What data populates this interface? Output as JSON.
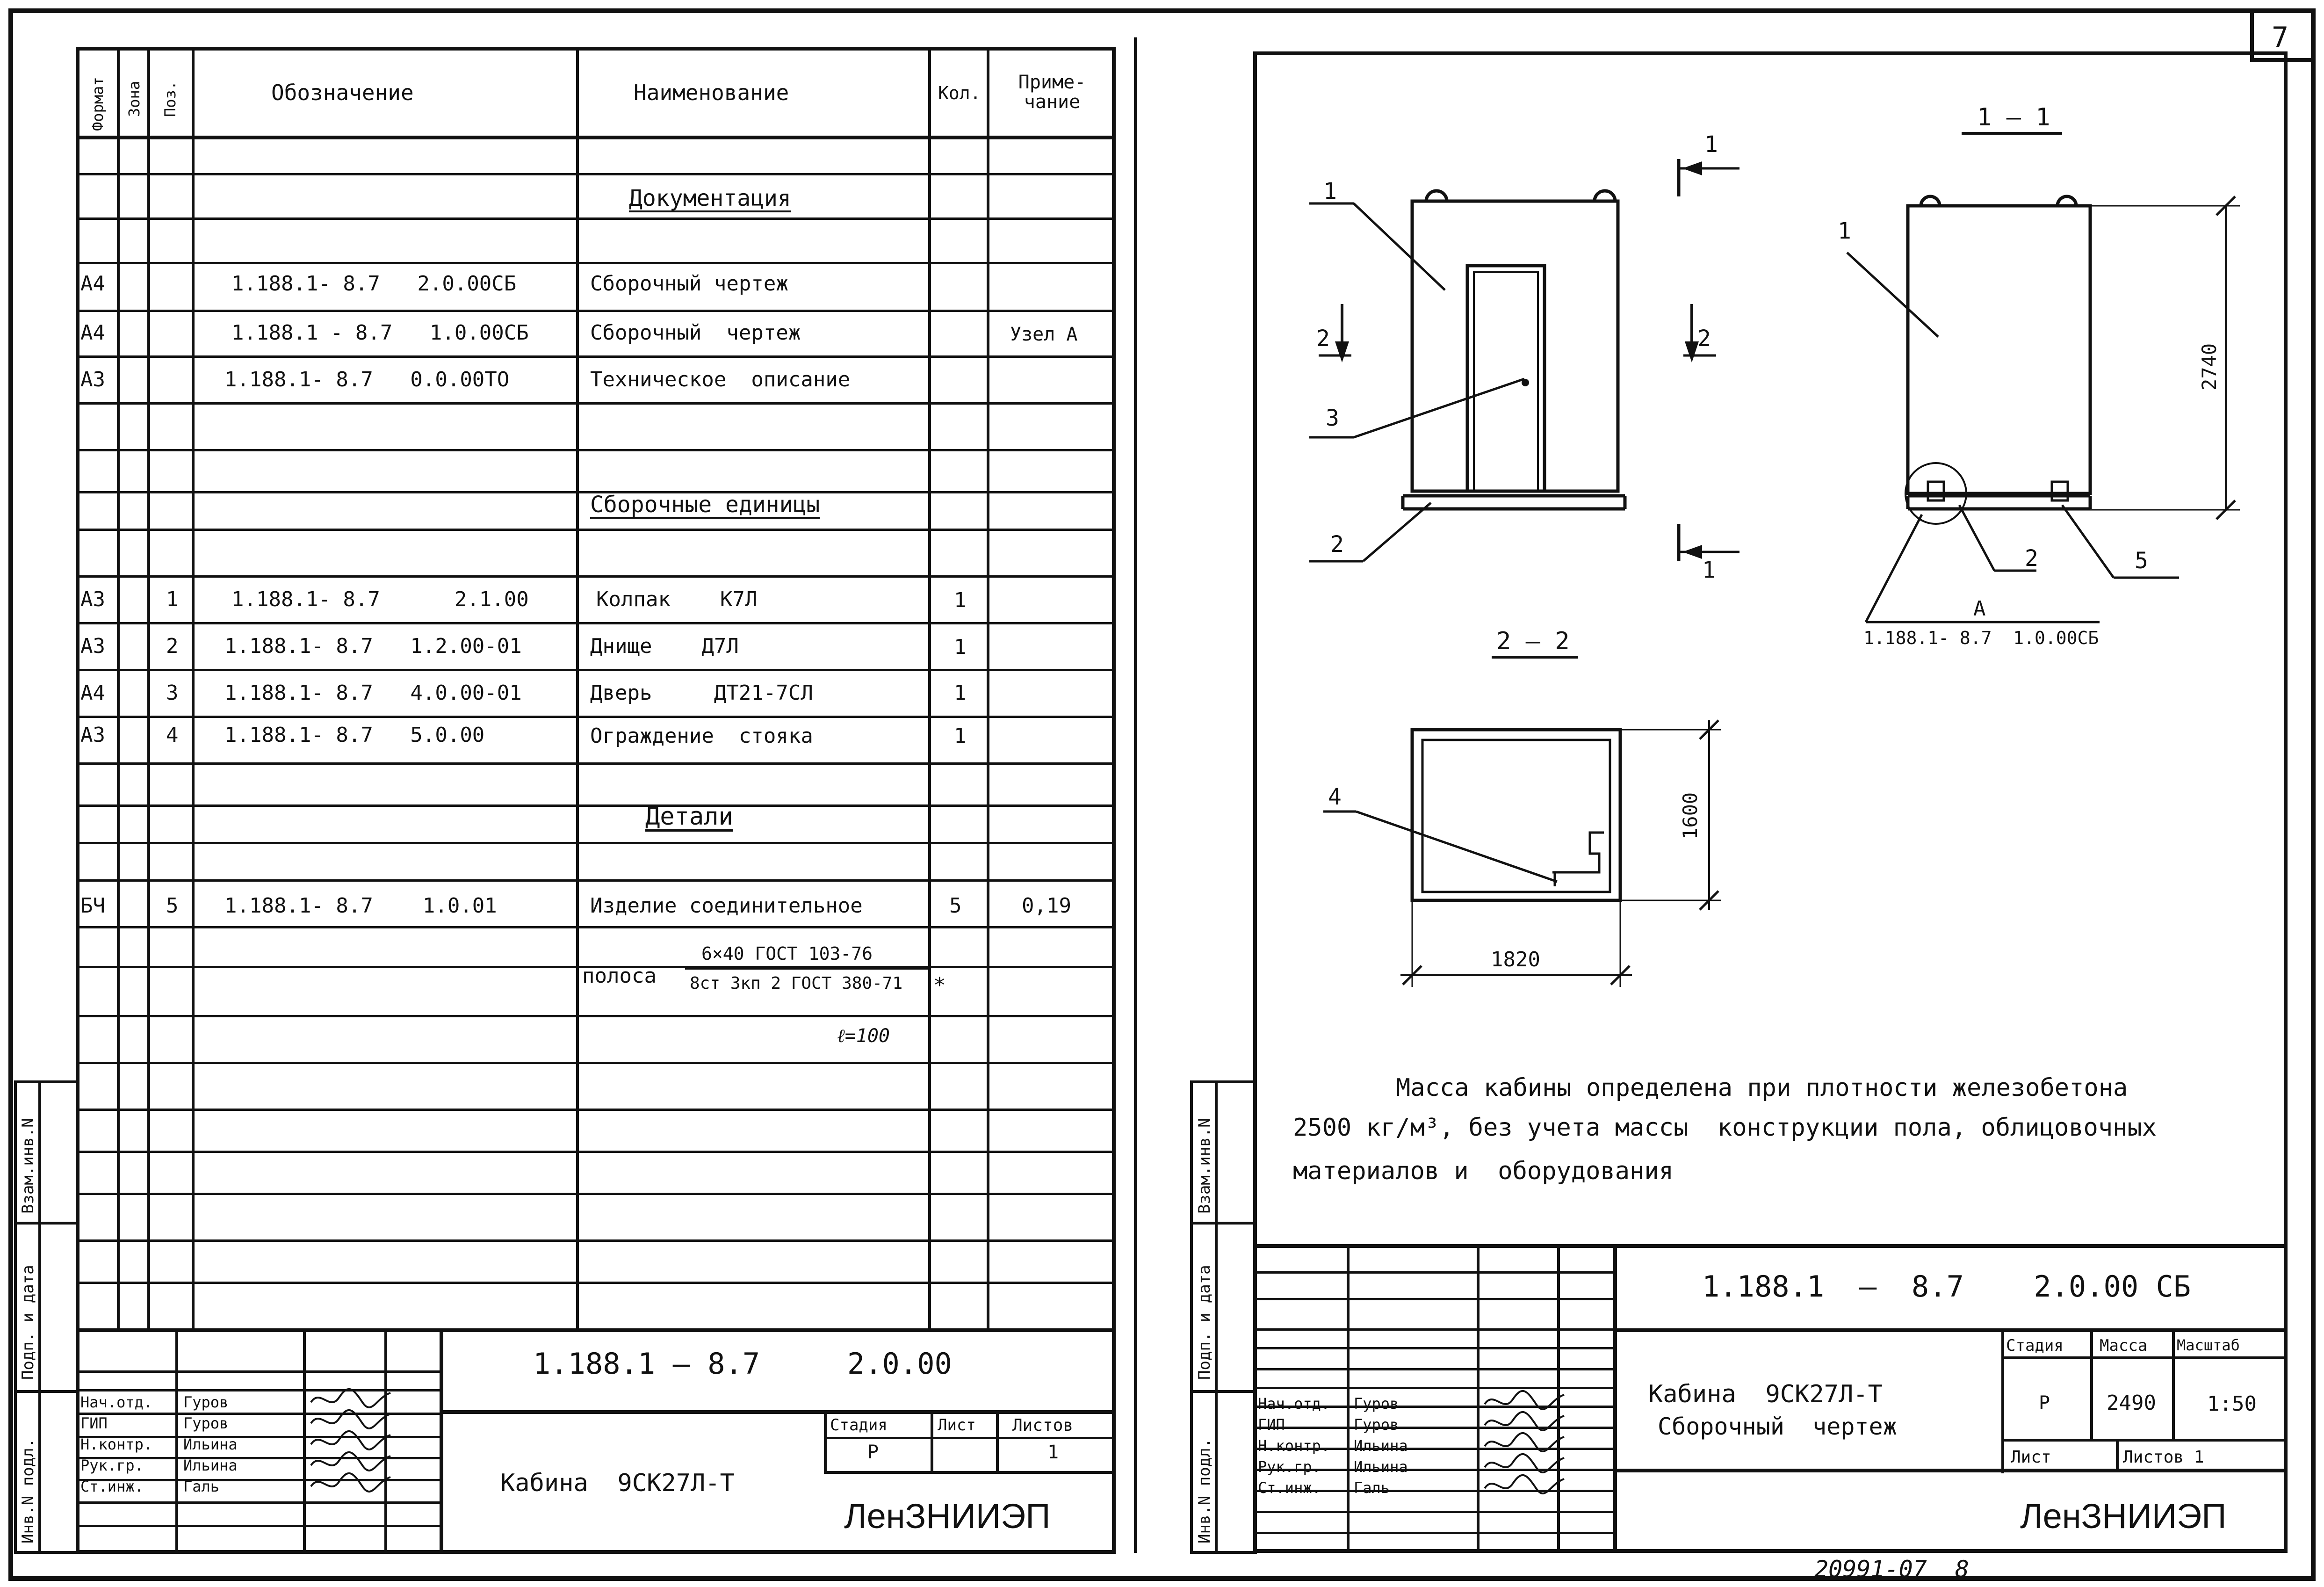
{
  "page_number": "7",
  "bottom_code": "20991-07  8",
  "left_sheet": {
    "headers": {
      "format": "Формат",
      "zone": "Зона",
      "pos": "Поз.",
      "designation": "Обозначение",
      "name": "Наименование",
      "qty": "Кол.",
      "note": "Приме-\nчание"
    },
    "sections": {
      "documentation": "Документация",
      "assembly_units": "Сборочные единицы",
      "details": "Детали"
    },
    "rows": [
      {
        "format": "А4",
        "pos": "",
        "designation": "1.188.1- 8.7   2.0.00СБ",
        "name": "Сборочный чертеж",
        "qty": "",
        "note": ""
      },
      {
        "format": "А4",
        "pos": "",
        "designation": "1.188.1 - 8.7   1.0.00СБ",
        "name": "Сборочный  чертеж",
        "qty": "",
        "note": "Узел А"
      },
      {
        "format": "А3",
        "pos": "",
        "designation": "1.188.1- 8.7   0.0.00ТО",
        "name": "Техническое  описание",
        "qty": "",
        "note": ""
      },
      {
        "format": "А3",
        "pos": "1",
        "designation": "1.188.1- 8.7      2.1.00",
        "name": "Колпак    К7Л",
        "qty": "1",
        "note": ""
      },
      {
        "format": "А3",
        "pos": "2",
        "designation": "1.188.1- 8.7   1.2.00-01",
        "name": "Днище    Д7Л",
        "qty": "1",
        "note": ""
      },
      {
        "format": "А4",
        "pos": "3",
        "designation": "1.188.1- 8.7   4.0.00-01",
        "name": "Дверь     ДТ21-7СЛ",
        "qty": "1",
        "note": ""
      },
      {
        "format": "А3",
        "pos": "4",
        "designation": "1.188.1- 8.7   5.0.00",
        "name": "Ограждение  стояка",
        "qty": "1",
        "note": ""
      },
      {
        "format": "БЧ",
        "pos": "5",
        "designation": "1.188.1- 8.7    1.0.01",
        "name": "Изделие соединительное",
        "qty": "5",
        "note": "0,19"
      }
    ],
    "strip": {
      "prefix": "полоса",
      "numerator": "6×40 ГОСТ 103-76",
      "denominator": "8ст 3кп 2 ГОСТ 380-71",
      "asterisk": "*",
      "length": "ℓ=100"
    },
    "side_labels": [
      "Инв.N подл.",
      "Подп. и дата",
      "Взам.инв.N"
    ],
    "title_block": {
      "code": "1.188.1 — 8.7     2.0.00",
      "title": "Кабина  9СК27Л-Т",
      "stage_label": "Стадия",
      "sheet_label": "Лист",
      "sheets_label": "Листов",
      "stage_value": "Р",
      "sheets_value": "1",
      "org": "ЛенЗНИИЭП",
      "people": [
        {
          "role": "Нач.отд.",
          "name": "Гуров"
        },
        {
          "role": "ГИП",
          "name": "Гуров"
        },
        {
          "role": "Н.контр.",
          "name": "Ильина"
        },
        {
          "role": "Рук.гр.",
          "name": "Ильина"
        },
        {
          "role": "Ст.инж.",
          "name": "Галь"
        }
      ]
    }
  },
  "right_sheet": {
    "views": {
      "section_11": "1 — 1",
      "section_22": "2 — 2",
      "cut_marks": [
        "1",
        "1",
        "2",
        "2"
      ],
      "pos_labels": [
        "1",
        "2",
        "3",
        "1",
        "2",
        "5",
        "4"
      ],
      "node_label": "А",
      "node_ref": "1.188.1- 8.7  1.0.00СБ",
      "dim_height": "2740",
      "dim_depth": "1600",
      "dim_width": "1820"
    },
    "note_lines": [
      "Масса кабины определена при плотности железобетона",
      "2500 кг/м³, без учета массы  конструкции пола, облицовочных",
      "материалов и  оборудования"
    ],
    "side_labels": [
      "Инв.N подл.",
      "Подп. и дата",
      "Взам.инв.N"
    ],
    "title_block": {
      "code": "1.188.1  —  8.7    2.0.00 СБ",
      "title_line1": "Кабина  9СК27Л-Т",
      "title_line2": "Сборочный  чертеж",
      "stage_label": "Стадия",
      "mass_label": "Масса",
      "scale_label": "Масштаб",
      "stage_value": "Р",
      "mass_value": "2490",
      "scale_value": "1:50",
      "sheet_label": "Лист",
      "sheets_label": "Листов 1",
      "org": "ЛенЗНИИЭП",
      "people": [
        {
          "role": "Нач.отд.",
          "name": "Гуров"
        },
        {
          "role": "ГИП",
          "name": "Гуров"
        },
        {
          "role": "Н.контр.",
          "name": "Ильина"
        },
        {
          "role": "Рук.гр.",
          "name": "Ильина"
        },
        {
          "role": "Ст.инж.",
          "name": "Галь"
        }
      ]
    }
  }
}
